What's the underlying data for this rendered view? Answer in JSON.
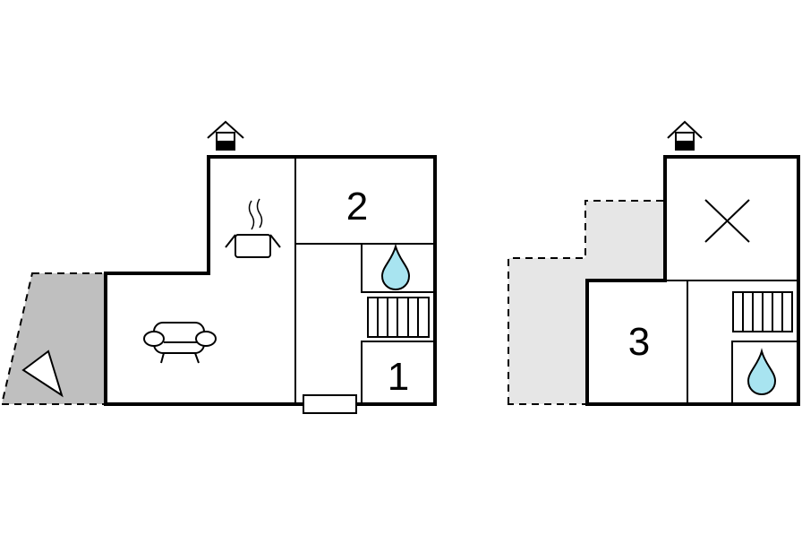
{
  "floor_plans": [
    {
      "rooms": [
        {
          "id": "kitchen",
          "icon": "cooking-pot-icon"
        },
        {
          "id": "living-room",
          "icon": "sofa-icon"
        },
        {
          "id": "bedroom-2",
          "label": "2"
        },
        {
          "id": "bathroom",
          "icon": "water-drop-icon"
        },
        {
          "id": "staircase",
          "icon": "stairs-icon"
        },
        {
          "id": "bedroom-1",
          "label": "1"
        }
      ],
      "entrance_icon": "entrance-house-icon",
      "terrace_icon": "terrace-triangle-icon"
    },
    {
      "rooms": [
        {
          "id": "void",
          "icon": "cross-icon"
        },
        {
          "id": "bedroom-3",
          "label": "3"
        },
        {
          "id": "staircase",
          "icon": "stairs-icon"
        },
        {
          "id": "bathroom",
          "icon": "water-drop-icon"
        }
      ],
      "entrance_icon": "entrance-house-icon"
    }
  ],
  "colors": {
    "wall": "#000000",
    "terrace": "#bfbfbf",
    "balcony": "#e6e6e6",
    "water": "#a8e4f0"
  }
}
